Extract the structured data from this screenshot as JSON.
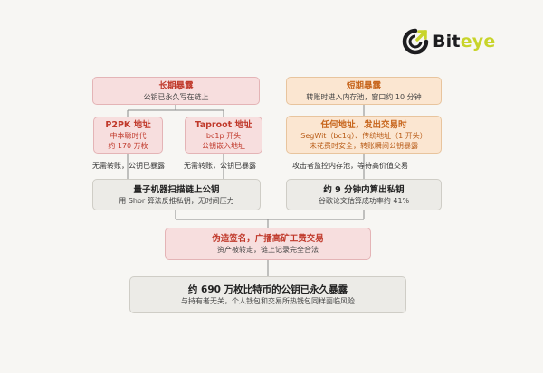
{
  "logo": {
    "text_main": "Bit",
    "text_accent": "eye"
  },
  "nodes": {
    "long_term": {
      "title": "长期暴露",
      "subtitle": "公钥已永久写在链上"
    },
    "short_term": {
      "title": "短期暴露",
      "subtitle": "转账时进入内存池，窗口约 10 分钟"
    },
    "p2pk": {
      "title": "P2PK 地址",
      "line1": "中本聪时代",
      "line2": "约 170 万枚"
    },
    "taproot": {
      "title": "Taproot 地址",
      "line1": "bc1p 开头",
      "line2": "公钥嵌入地址"
    },
    "any_address": {
      "title": "任何地址，发出交易时",
      "line1": "SegWit（bc1q）、传统地址（1 开头）",
      "line2": "未花费时安全，转账瞬间公钥暴露"
    },
    "quantum_scan": {
      "title": "量子机器扫描链上公钥",
      "subtitle": "用 Shor 算法反推私钥，无时间压力"
    },
    "nine_min": {
      "title": "约 9 分钟内算出私钥",
      "subtitle": "谷歌论文估算成功率约 41%"
    },
    "forge": {
      "title": "伪造签名，广播高矿工费交易",
      "subtitle": "资产被转走，链上记录完全合法"
    },
    "final": {
      "title": "约 690 万枚比特币的公钥已永久暴露",
      "subtitle": "与持有者无关，个人钱包和交易所热钱包同样面临风险"
    }
  },
  "edge_labels": {
    "p2pk_down": "无需转账，公钥已暴露",
    "taproot_down": "无需转账，公钥已暴露",
    "any_down": "攻击者监控内存池，等待高价值交易"
  },
  "colors": {
    "pink_fill": "#f7dede",
    "orange_fill": "#fbe6d1",
    "gray_fill": "#ecebe7",
    "red_text": "#c0392b",
    "orange_text": "#c7651c",
    "line": "#8a8a8a"
  }
}
